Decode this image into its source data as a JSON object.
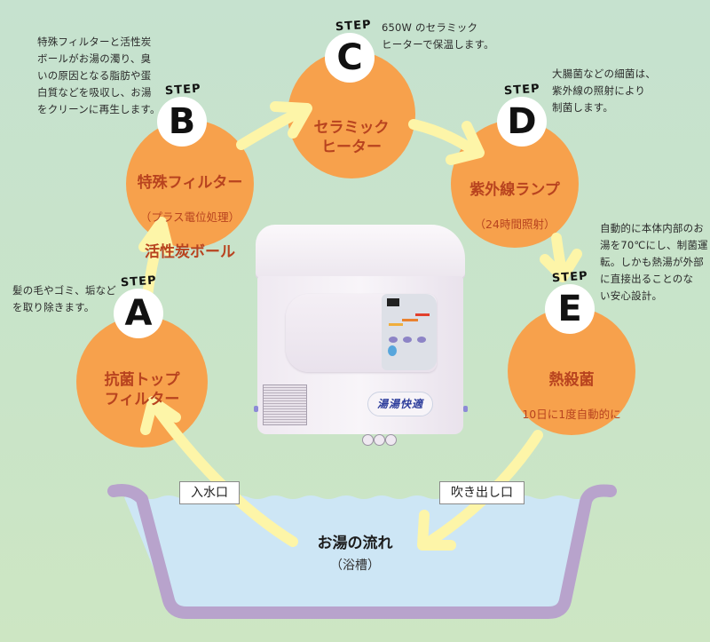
{
  "colors": {
    "background": "#c8e3cb",
    "circle_fill": "#f7a14c",
    "circle_label": "#b8431f",
    "arrow": "#fdf5a8",
    "tub_rim": "#b8a3cc",
    "water": "#cde6f5",
    "badge": "#ffffff"
  },
  "step_word": "STEP",
  "steps": [
    {
      "letter": "A",
      "title": "抗菌トップ\nフィルター",
      "subtitle": "",
      "description": "髪の毛やゴミ、垢など\nを取り除きます。"
    },
    {
      "letter": "B",
      "title": "特殊フィルター",
      "subtitle": "（プラス電位処理）",
      "title2": "活性炭ボール",
      "description": "特殊フィルターと活性炭\nボールがお湯の濁り、臭\nいの原因となる脂肪や蛋\n白質などを吸収し、お湯\nをクリーンに再生します。"
    },
    {
      "letter": "C",
      "title": "セラミック\nヒーター",
      "subtitle": "",
      "description": "650W のセラミック\nヒーターで保温します。"
    },
    {
      "letter": "D",
      "title": "紫外線ランプ",
      "subtitle": "（24時間照射）",
      "description": "大腸菌などの細菌は、\n紫外線の照射により\n制菌します。"
    },
    {
      "letter": "E",
      "title": "熱殺菌",
      "subtitle": "10日に1度自動的に",
      "description": "自動的に本体内部のお\n湯を70℃にし、制菌運\n転。しかも熱湯が外部\nに直接出ることのな\nい安心設計。"
    }
  ],
  "device": {
    "logo": "湯湯快適"
  },
  "tub": {
    "inlet_label": "入水口",
    "outlet_label": "吹き出し口",
    "title": "お湯の流れ",
    "subtitle": "（浴槽）"
  }
}
